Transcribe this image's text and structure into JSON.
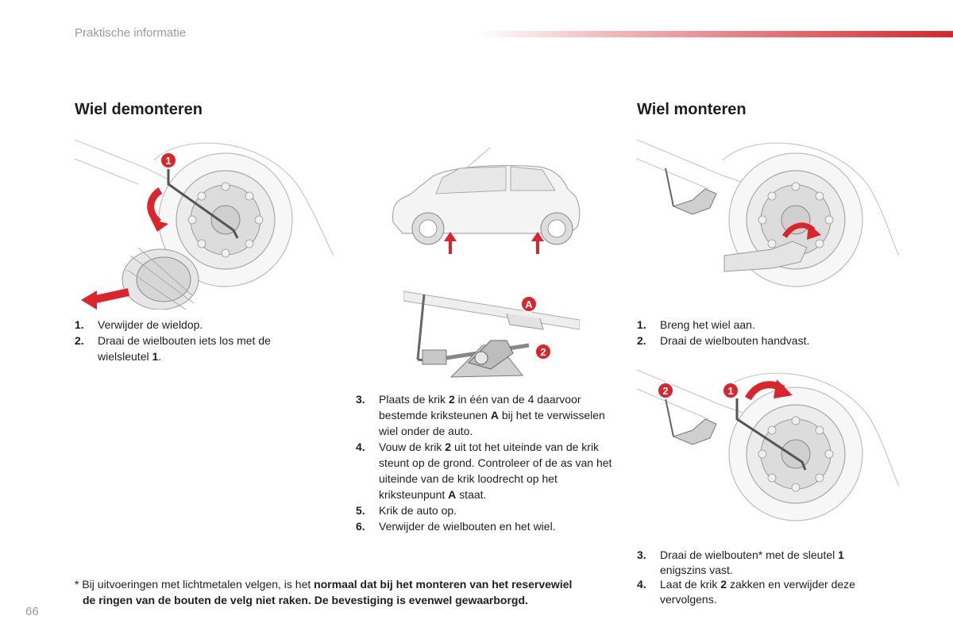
{
  "header": {
    "title": "Praktische informatie"
  },
  "left": {
    "title": "Wiel demonteren",
    "steps": [
      {
        "num": "1.",
        "text": "Verwijder de wieldop."
      },
      {
        "num": "2.",
        "text_a": "Draai de wielbouten iets los met de wielsleutel ",
        "bold": "1",
        "text_b": "."
      }
    ]
  },
  "middle": {
    "steps": [
      {
        "num": "3.",
        "t1": "Plaats de krik ",
        "b1": "2",
        "t2": " in één van de 4 daarvoor bestemde kriksteunen ",
        "b2": "A",
        "t3": " bij het te verwisselen wiel onder de auto."
      },
      {
        "num": "4.",
        "t1": "Vouw de krik ",
        "b1": "2",
        "t2": " uit tot het uiteinde van de krik steunt op de grond. Controleer of de as van het uiteinde van de krik loodrecht op het kriksteunpunt ",
        "b2": "A",
        "t3": " staat."
      },
      {
        "num": "5.",
        "text": "Krik de auto op."
      },
      {
        "num": "6.",
        "text": "Verwijder de wielbouten en het wiel."
      }
    ]
  },
  "right": {
    "title": "Wiel monteren",
    "steps_a": [
      {
        "num": "1.",
        "text": "Breng het wiel aan."
      },
      {
        "num": "2.",
        "text": "Draai de wielbouten handvast."
      }
    ],
    "steps_b": [
      {
        "num": "3.",
        "t1": "Draai de wielbouten* met de sleutel ",
        "b1": "1",
        "t2": " enigszins vast."
      },
      {
        "num": "4.",
        "t1": "Laat de krik ",
        "b1": "2",
        "t2": " zakken en verwijder deze vervolgens."
      }
    ]
  },
  "figures": {
    "callout_1": "1",
    "callout_2": "2",
    "callout_a": "A"
  },
  "footnote": {
    "prefix": "* Bij uitvoeringen met lichtmetalen velgen, is het ",
    "bold_1": "normaal dat bij het monteren van het reservewiel",
    "bold_2": "de ringen van de bouten de velg niet raken. De bevestiging is evenwel gewaarborgd."
  },
  "page_number": "66",
  "colors": {
    "accent": "#d9252b",
    "muted": "#9a9a9a"
  }
}
